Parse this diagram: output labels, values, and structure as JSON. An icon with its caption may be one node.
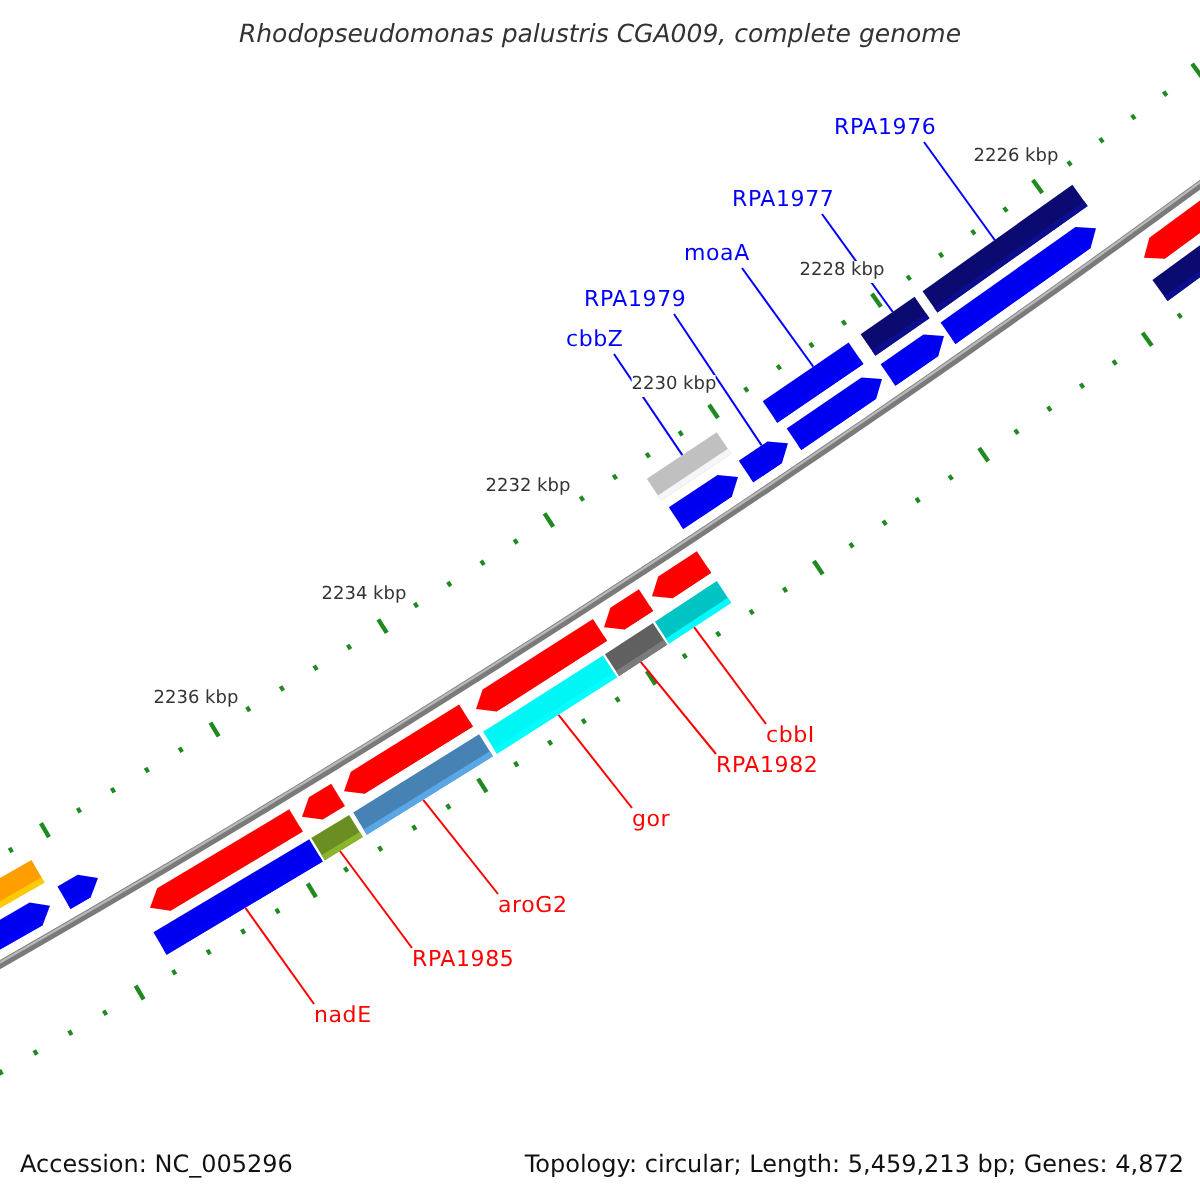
{
  "diagram": {
    "title": "Rhodopseudomonas palustris CGA009, complete genome",
    "nodes": [
      {
        "text": [
          "RPA1976"
        ]
      },
      {
        "text": [
          "RPA1977"
        ]
      },
      {
        "text": [
          "moaA"
        ]
      },
      {
        "text": [
          "RPA1979"
        ]
      },
      {
        "text": [
          "cbbZ"
        ]
      },
      {
        "text": [],
        "shape": "bar"
      },
      {
        "text": [],
        "shape": "bar"
      },
      {
        "text": [],
        "shape": "bar"
      },
      {
        "text": [],
        "shape": "bar"
      },
      {
        "text": [],
        "shape": "bar"
      },
      {
        "text": [
          "cbbI"
        ]
      },
      {
        "text": [
          "RPA1982"
        ]
      },
      {
        "text": [
          "gor"
        ]
      },
      {
        "text": [
          "aroG2"
        ]
      },
      {
        "text": [
          "RPA1985"
        ]
      },
      {
        "text": [
          "nadE"
        ]
      },
      {
        "text": [],
        "shape": "bar"
      },
      {
        "text": [],
        "shape": "bar"
      },
      {
        "text": [],
        "shape": "bar"
      },
      {
        "text": [],
        "shape": "bar"
      },
      {
        "text": [],
        "shape": "bar"
      },
      {
        "text": [],
        "shape": "bar"
      }
    ],
    "edges": [
      {
        "from": 0,
        "to": 5,
        "arrow": "none",
        "color": "#0000ff"
      },
      {
        "from": 1,
        "to": 6,
        "arrow": "none",
        "color": "#0000ff"
      },
      {
        "from": 2,
        "to": 7,
        "arrow": "none",
        "color": "#0000ff"
      },
      {
        "from": 3,
        "to": 8,
        "arrow": "none",
        "color": "#0000ff"
      },
      {
        "from": 4,
        "to": 9,
        "arrow": "none",
        "color": "#0000ff"
      },
      {
        "from": 10,
        "to": 16,
        "arrow": "none",
        "color": "#ff0000"
      },
      {
        "from": 11,
        "to": 17,
        "arrow": "none",
        "color": "#ff0000"
      },
      {
        "from": 12,
        "to": 18,
        "arrow": "none",
        "color": "#ff0000"
      },
      {
        "from": 13,
        "to": 19,
        "arrow": "none",
        "color": "#ff0000"
      },
      {
        "from": 14,
        "to": 20,
        "arrow": "none",
        "color": "#ff0000"
      },
      {
        "from": 15,
        "to": 21,
        "arrow": "none",
        "color": "#ff0000"
      }
    ],
    "labels": [
      "2226 kbp",
      "2228 kbp",
      "2230 kbp",
      "2232 kbp",
      "2234 kbp",
      "2236 kbp",
      "Accession: NC_005296",
      "Topology: circular; Length: 5,459,213 bp; Genes: 4,872"
    ]
  }
}
